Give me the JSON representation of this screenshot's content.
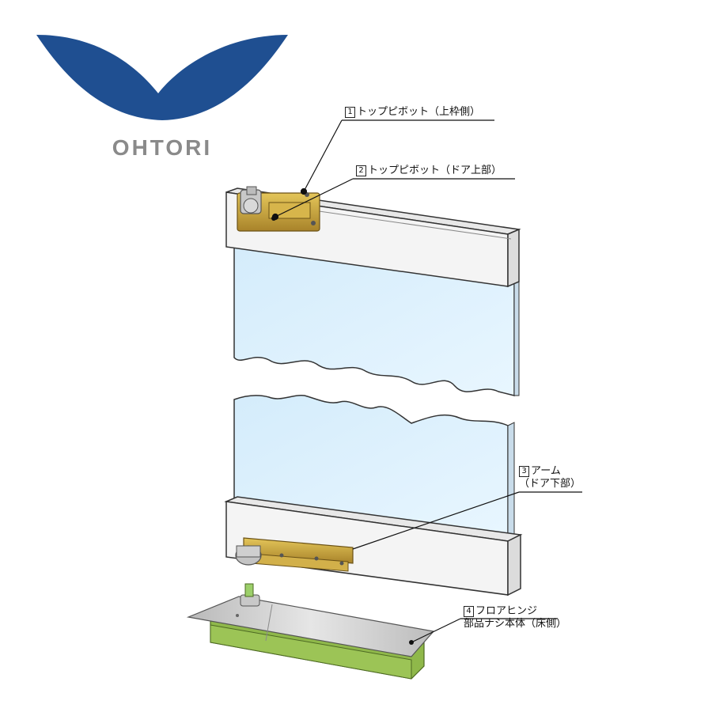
{
  "brand": {
    "name": "OHTORI",
    "logo_color": "#1f4f91",
    "text_color": "#8a8a8a"
  },
  "callouts": [
    {
      "number": "1",
      "line1": "トップピボット（上枠側）",
      "line2": ""
    },
    {
      "number": "2",
      "line1": "トップピボット（ドア上部）",
      "line2": ""
    },
    {
      "number": "3",
      "line1": "アーム",
      "line2": "（ドア下部）"
    },
    {
      "number": "4",
      "line1": "フロアヒンジ",
      "line2": "部品ナシ本体（床側）"
    }
  ],
  "colors": {
    "glass": "#dcefff",
    "frame": "#f0f0f0",
    "brass": "#c9a63a",
    "hinge_case": "#8fb84a",
    "plate": "#d2d2d2"
  }
}
